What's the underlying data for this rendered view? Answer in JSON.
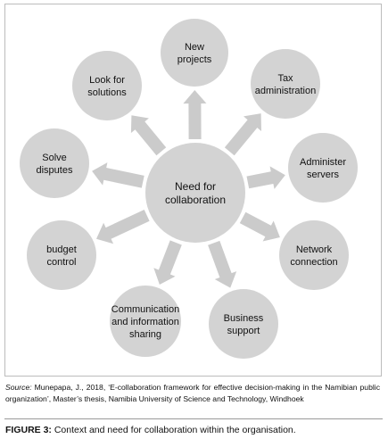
{
  "center": {
    "line1": "Need for",
    "line2": "collaboration"
  },
  "nodes": [
    {
      "id": "new-projects",
      "line1": "New",
      "line2": "projects",
      "line3": ""
    },
    {
      "id": "tax-administration",
      "line1": "Tax",
      "line2": "administration",
      "line3": ""
    },
    {
      "id": "administer-servers",
      "line1": "Administer",
      "line2": "servers",
      "line3": ""
    },
    {
      "id": "network-connection",
      "line1": "Network",
      "line2": "connection",
      "line3": ""
    },
    {
      "id": "business-support",
      "line1": "Business",
      "line2": "support",
      "line3": ""
    },
    {
      "id": "communication-sharing",
      "line1": "Communication",
      "line2": "and information",
      "line3": "sharing"
    },
    {
      "id": "budget-control",
      "line1": "budget",
      "line2": "control",
      "line3": ""
    },
    {
      "id": "solve-disputes",
      "line1": "Solve",
      "line2": "disputes",
      "line3": ""
    },
    {
      "id": "look-for-solutions",
      "line1": "Look for",
      "line2": "solutions",
      "line3": ""
    }
  ],
  "colors": {
    "circle": "#d3d3d3",
    "arrow": "#cbcbcb",
    "frame": "#bcbcbc"
  },
  "source": {
    "lead": "Source:",
    "text": " Munepapa, J., 2018, ‘E-collaboration framework for effective decision-making in the Namibian public organization’, Master’s thesis, Namibia University of Science and Technology, Windhoek"
  },
  "caption": {
    "figure": "FIGURE 3:",
    "text": " Context and need for collaboration within the organisation."
  }
}
